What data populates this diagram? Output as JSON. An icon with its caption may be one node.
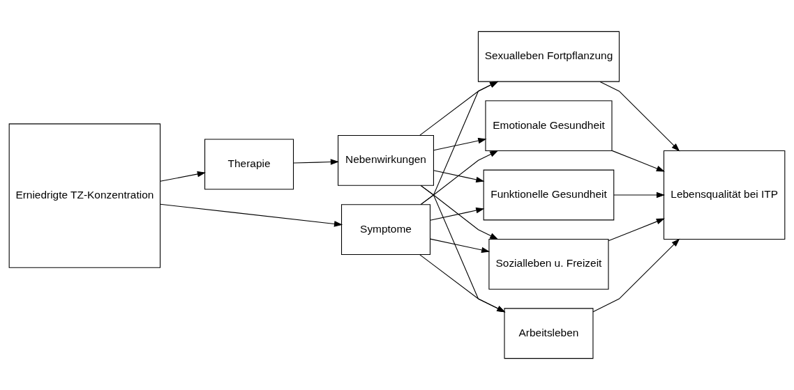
{
  "diagram": {
    "nodes": [
      {
        "text": [
          "Therapie"
        ]
      },
      {
        "text": [
          "Nebenwirkungen"
        ]
      },
      {
        "text": [
          "Erniedrigte TZ-Konzentration"
        ]
      },
      {
        "text": [
          "Symptome"
        ]
      },
      {
        "text": [
          "Emotionale Gesundheit"
        ]
      },
      {
        "text": [
          "Funktionelle Gesundheit"
        ]
      },
      {
        "text": [
          "Sozialleben u. Freizeit"
        ]
      },
      {
        "text": [
          "Arbeitsleben"
        ]
      },
      {
        "text": [
          "Sexualleben Fortpflanzung"
        ]
      },
      {
        "text": [
          "Lebensqualität bei ITP"
        ]
      }
    ],
    "edges": [
      {
        "from": 2,
        "to": 0,
        "arrow": "to"
      },
      {
        "from": 0,
        "to": 1,
        "arrow": "to"
      },
      {
        "from": 2,
        "to": 3,
        "arrow": "to"
      },
      {
        "from": 1,
        "to": 4,
        "arrow": "to"
      },
      {
        "from": 1,
        "to": 5,
        "arrow": "to"
      },
      {
        "from": 1,
        "to": 6,
        "arrow": "to"
      },
      {
        "from": 1,
        "to": 7,
        "arrow": "to"
      },
      {
        "from": 1,
        "to": 8,
        "arrow": "to"
      },
      {
        "from": 3,
        "to": 4,
        "arrow": "to"
      },
      {
        "from": 3,
        "to": 5,
        "arrow": "to"
      },
      {
        "from": 3,
        "to": 6,
        "arrow": "to"
      },
      {
        "from": 3,
        "to": 7,
        "arrow": "to"
      },
      {
        "from": 3,
        "to": 8,
        "arrow": "to"
      },
      {
        "from": 4,
        "to": 9,
        "arrow": "to"
      },
      {
        "from": 5,
        "to": 9,
        "arrow": "to"
      },
      {
        "from": 6,
        "to": 9,
        "arrow": "to"
      },
      {
        "from": 7,
        "to": 9,
        "arrow": "to"
      },
      {
        "from": 8,
        "to": 9,
        "arrow": "to"
      }
    ]
  }
}
